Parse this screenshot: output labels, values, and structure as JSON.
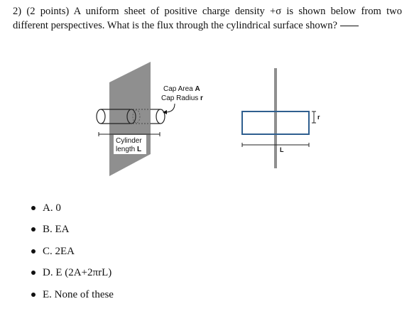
{
  "question": {
    "text": "2) (2 points) A uniform sheet of positive charge density +σ is shown below from two different perspectives. What is the flux through the cylindrical surface shown?"
  },
  "figure": {
    "cap_area_label": "Cap Area ",
    "cap_area_symbol": "A",
    "cap_radius_label": "Cap Radius ",
    "cap_radius_symbol": "r",
    "cylinder_label_line1": "Cylinder",
    "cylinder_label_line2": "length ",
    "cylinder_length_symbol": "L",
    "side_view_length_label": "L",
    "side_view_radius_label": "r"
  },
  "options": [
    {
      "label": "A. 0"
    },
    {
      "label": "B. EA"
    },
    {
      "label": "C. 2EA"
    },
    {
      "label": "D. E (2A+2πrL)"
    },
    {
      "label": "E. None of these"
    }
  ]
}
